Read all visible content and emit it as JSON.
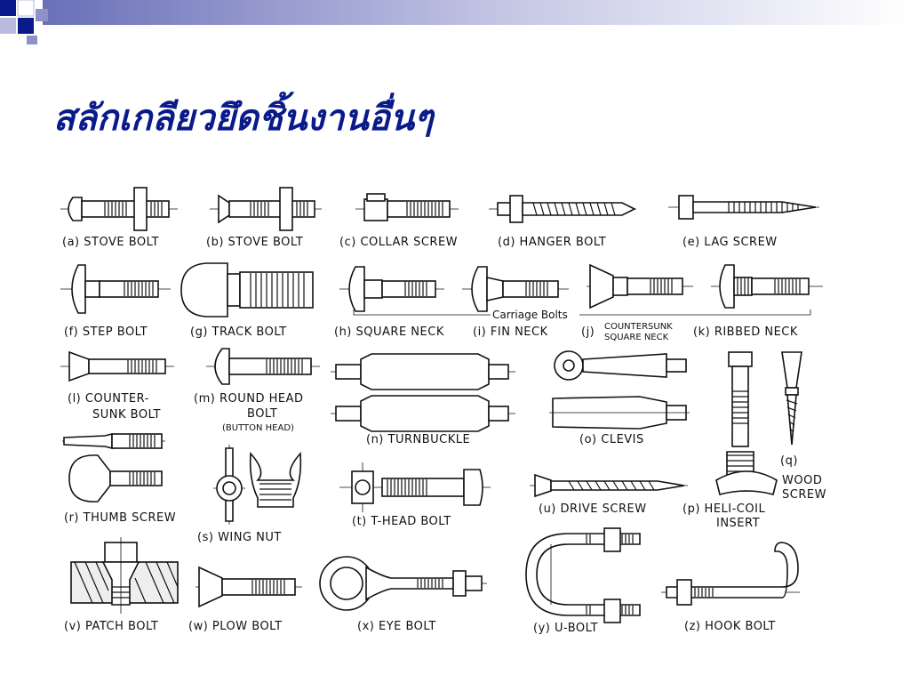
{
  "slide": {
    "title": "สลักเกลียวยึดชิ้นงานอื่นๆ",
    "accent_color": "#0a1a8a"
  },
  "fasteners": [
    {
      "id": "a",
      "key": "(a)",
      "label": "STOVE BOLT"
    },
    {
      "id": "b",
      "key": "(b)",
      "label": "STOVE BOLT"
    },
    {
      "id": "c",
      "key": "(c)",
      "label": "COLLAR SCREW"
    },
    {
      "id": "d",
      "key": "(d)",
      "label": "HANGER BOLT"
    },
    {
      "id": "e",
      "key": "(e)",
      "label": "LAG SCREW"
    },
    {
      "id": "f",
      "key": "(f)",
      "label": "STEP BOLT"
    },
    {
      "id": "g",
      "key": "(g)",
      "label": "TRACK BOLT"
    },
    {
      "id": "h",
      "key": "(h)",
      "label": "SQUARE NECK"
    },
    {
      "id": "i",
      "key": "(i)",
      "label": "FIN NECK"
    },
    {
      "id": "j",
      "key": "(j)",
      "label": "COUNTERSUNK",
      "label2": "SQUARE NECK"
    },
    {
      "id": "k",
      "key": "(k)",
      "label": "RIBBED NECK"
    },
    {
      "id": "l",
      "key": "(l)",
      "label": "COUNTER-",
      "label2": "SUNK BOLT"
    },
    {
      "id": "m",
      "key": "(m)",
      "label": "ROUND HEAD",
      "label2": "BOLT",
      "label3": "(BUTTON HEAD)"
    },
    {
      "id": "n",
      "key": "(n)",
      "label": "TURNBUCKLE"
    },
    {
      "id": "o",
      "key": "(o)",
      "label": "CLEVIS"
    },
    {
      "id": "p",
      "key": "(p)",
      "label": "HELI-COIL",
      "label2": "INSERT"
    },
    {
      "id": "q",
      "key": "(q)",
      "label": "WOOD",
      "label2": "SCREW"
    },
    {
      "id": "r",
      "key": "(r)",
      "label": "THUMB SCREW"
    },
    {
      "id": "s",
      "key": "(s)",
      "label": "WING NUT"
    },
    {
      "id": "t",
      "key": "(t)",
      "label": "T-HEAD BOLT"
    },
    {
      "id": "u",
      "key": "(u)",
      "label": "DRIVE SCREW"
    },
    {
      "id": "v",
      "key": "(v)",
      "label": "PATCH BOLT"
    },
    {
      "id": "w",
      "key": "(w)",
      "label": "PLOW BOLT"
    },
    {
      "id": "x",
      "key": "(x)",
      "label": "EYE BOLT"
    },
    {
      "id": "y",
      "key": "(y)",
      "label": "U-BOLT"
    },
    {
      "id": "z",
      "key": "(z)",
      "label": "HOOK BOLT"
    }
  ],
  "group_labels": {
    "carriage_bolts": "Carriage Bolts"
  }
}
